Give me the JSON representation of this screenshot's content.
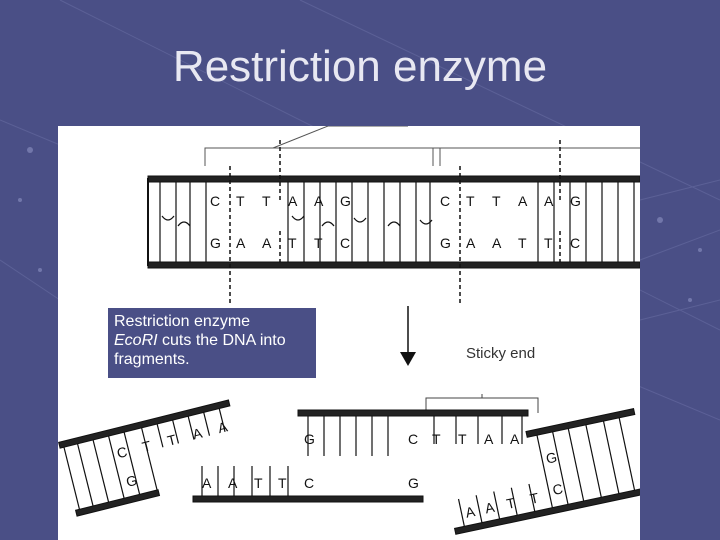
{
  "slide": {
    "title": "Restriction enzyme"
  },
  "caption": {
    "line1": "Restriction enzyme",
    "enzyme": "Eco",
    "enzyme_suffix": "RI",
    "line2_rest": " cuts the DNA into",
    "line3": "fragments."
  },
  "label": {
    "sticky_end": "Sticky end"
  },
  "dna": {
    "top_site_1": [
      "C",
      "T",
      "T",
      "A",
      "A",
      "G"
    ],
    "bottom_site_1": [
      "G",
      "A",
      "A",
      "T",
      "T",
      "C"
    ],
    "top_site_2": [
      "C",
      "T",
      "T",
      "A",
      "A",
      "G"
    ],
    "bottom_site_2": [
      "G",
      "A",
      "A",
      "T",
      "T",
      "C"
    ],
    "left_fragment_top": [
      "C",
      "T",
      "T",
      "A",
      "A"
    ],
    "left_fragment_bottom": [
      "G"
    ],
    "middle_fragment_top": [
      "G",
      "C",
      "T",
      "T",
      "A",
      "A"
    ],
    "middle_fragment_bottom": [
      "A",
      "A",
      "T",
      "T",
      "C",
      "G"
    ],
    "right_fragment_top": [
      "G"
    ],
    "right_fragment_bottom": [
      "A",
      "A",
      "T",
      "T",
      "C"
    ]
  },
  "colors": {
    "background": "#4a4f86",
    "panel": "#ffffff",
    "ink": "#111111"
  }
}
